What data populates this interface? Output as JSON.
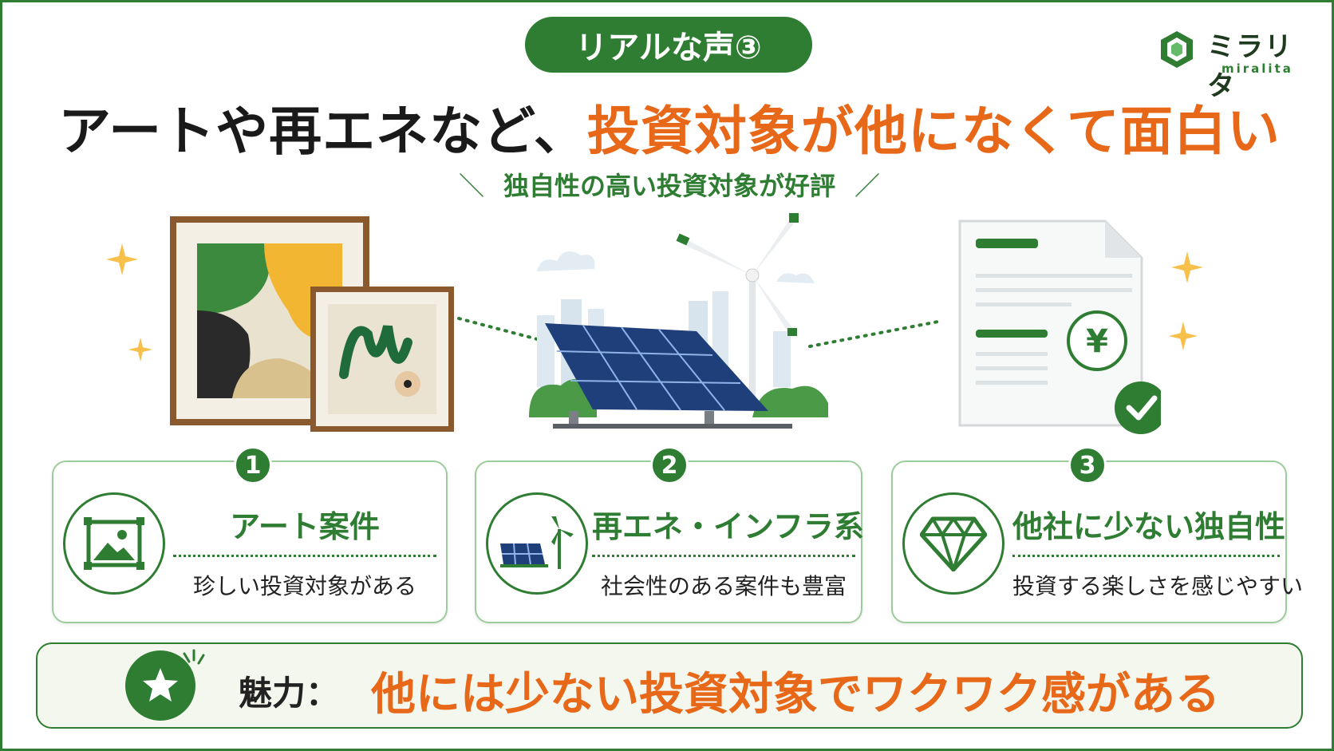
{
  "badge": {
    "label": "リアルな声③"
  },
  "logo": {
    "name": "ミラリタ",
    "sub": "miralita"
  },
  "headline": {
    "part1": "アートや再エネなど、",
    "part2": "投資対象が他になくて面白い"
  },
  "subhead": {
    "left_slash": "＼",
    "text": "独自性の高い投資対象が好評",
    "right_slash": "／"
  },
  "cards": [
    {
      "number": "1",
      "title": "アート案件",
      "description": "珍しい投資対象がある",
      "icon": "picture-icon"
    },
    {
      "number": "2",
      "title": "再エネ・インフラ系",
      "description": "社会性のある案件も豊富",
      "icon": "solar-wind-icon"
    },
    {
      "number": "3",
      "title": "他社に少ない独自性",
      "description": "投資する楽しさを感じやすい",
      "icon": "diamond-icon"
    }
  ],
  "bottom": {
    "label": "魅力：",
    "text": "他には少ない投資対象でワクワク感がある",
    "icon": "star-icon"
  },
  "colors": {
    "green": "#2e7d32",
    "orange": "#e8681a",
    "light_bg": "#f4f7ee"
  }
}
